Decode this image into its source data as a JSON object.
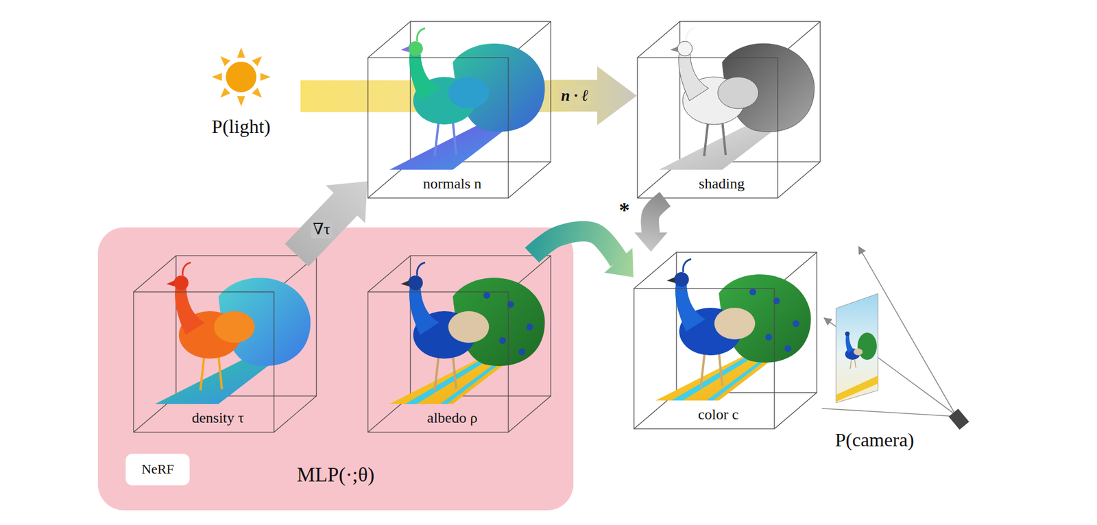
{
  "diagram": {
    "nodes": [
      {
        "text": [
          "normals n"
        ]
      },
      {
        "text": [
          "shading"
        ]
      },
      {
        "text": [
          "MLP(·;θ)"
        ]
      },
      {
        "text": [
          "density τ"
        ],
        "in": 2
      },
      {
        "text": [
          "albedo ρ"
        ],
        "in": 2
      },
      {
        "text": [
          "NeRF"
        ],
        "in": 2
      },
      {
        "text": [
          "color c"
        ]
      }
    ],
    "edges": [
      {
        "from": 0,
        "to": 1,
        "arrow": "to",
        "label": "n · ℓ"
      },
      {
        "from": 3,
        "to": 0,
        "arrow": "to",
        "label": "∇τ"
      },
      {
        "from": 1,
        "to": 6,
        "arrow": "to"
      },
      {
        "from": 4,
        "to": 6,
        "arrow": "to"
      }
    ],
    "labels": [
      "P(light)",
      "*",
      "P(camera)"
    ]
  }
}
